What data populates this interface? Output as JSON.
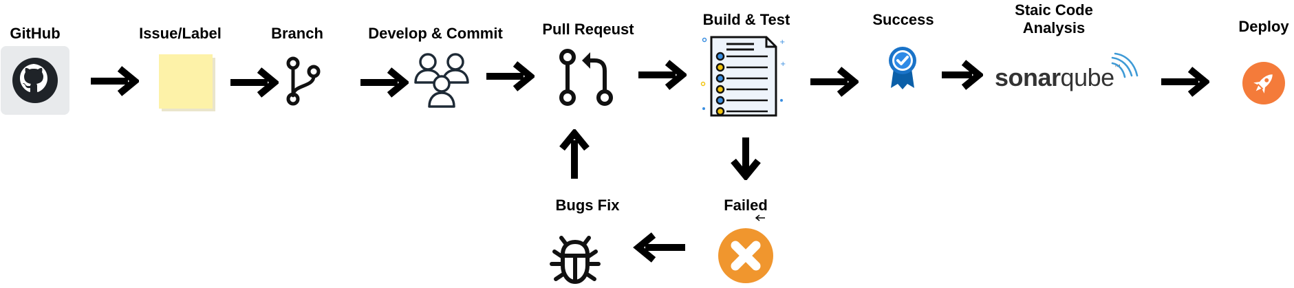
{
  "labels": {
    "github": "GitHub",
    "issue": "Issue/Label",
    "branch": "Branch",
    "develop": "Develop & Commit",
    "pr": "Pull Reqeust",
    "build": "Build & Test",
    "success": "Success",
    "static_line1": "Staic Code",
    "static_line2": "Analysis",
    "deploy": "Deploy",
    "failed": "Failed",
    "bugs": "Bugs Fix"
  },
  "sonar": {
    "part1": "sonar",
    "part2": "qube",
    "tm": "™"
  },
  "icons": {
    "github": "github-octocat-icon",
    "issue": "sticky-note-icon",
    "branch": "git-branch-icon",
    "develop": "team-users-icon",
    "pr": "pull-request-icon",
    "build": "checklist-document-icon",
    "success": "award-badge-icon",
    "deploy": "rocket-icon",
    "failed": "x-circle-icon",
    "bugs": "bug-icon"
  },
  "colors": {
    "sticky_note": "#fdf2a8",
    "success_badge": "#1a73c8",
    "deploy_orange": "#f47b3a",
    "failed_orange": "#f0962e",
    "github_bg": "#e8eaec",
    "github_dark": "#1f2328"
  }
}
